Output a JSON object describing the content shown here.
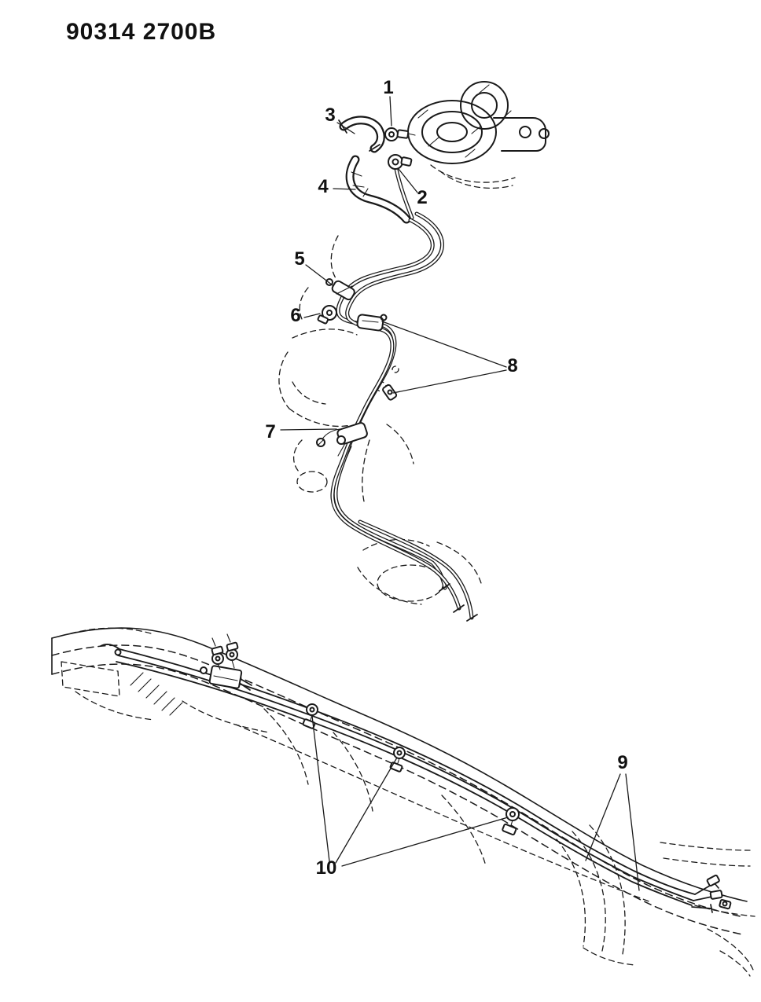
{
  "part_code": "90314 2700B",
  "colors": {
    "ink": "#1a1a1a",
    "paper": "#ffffff"
  },
  "callouts": [
    {
      "label": "1"
    },
    {
      "label": "2"
    },
    {
      "label": "3"
    },
    {
      "label": "4"
    },
    {
      "label": "5"
    },
    {
      "label": "6"
    },
    {
      "label": "7"
    },
    {
      "label": "8"
    },
    {
      "label": "9"
    },
    {
      "label": "10"
    }
  ]
}
